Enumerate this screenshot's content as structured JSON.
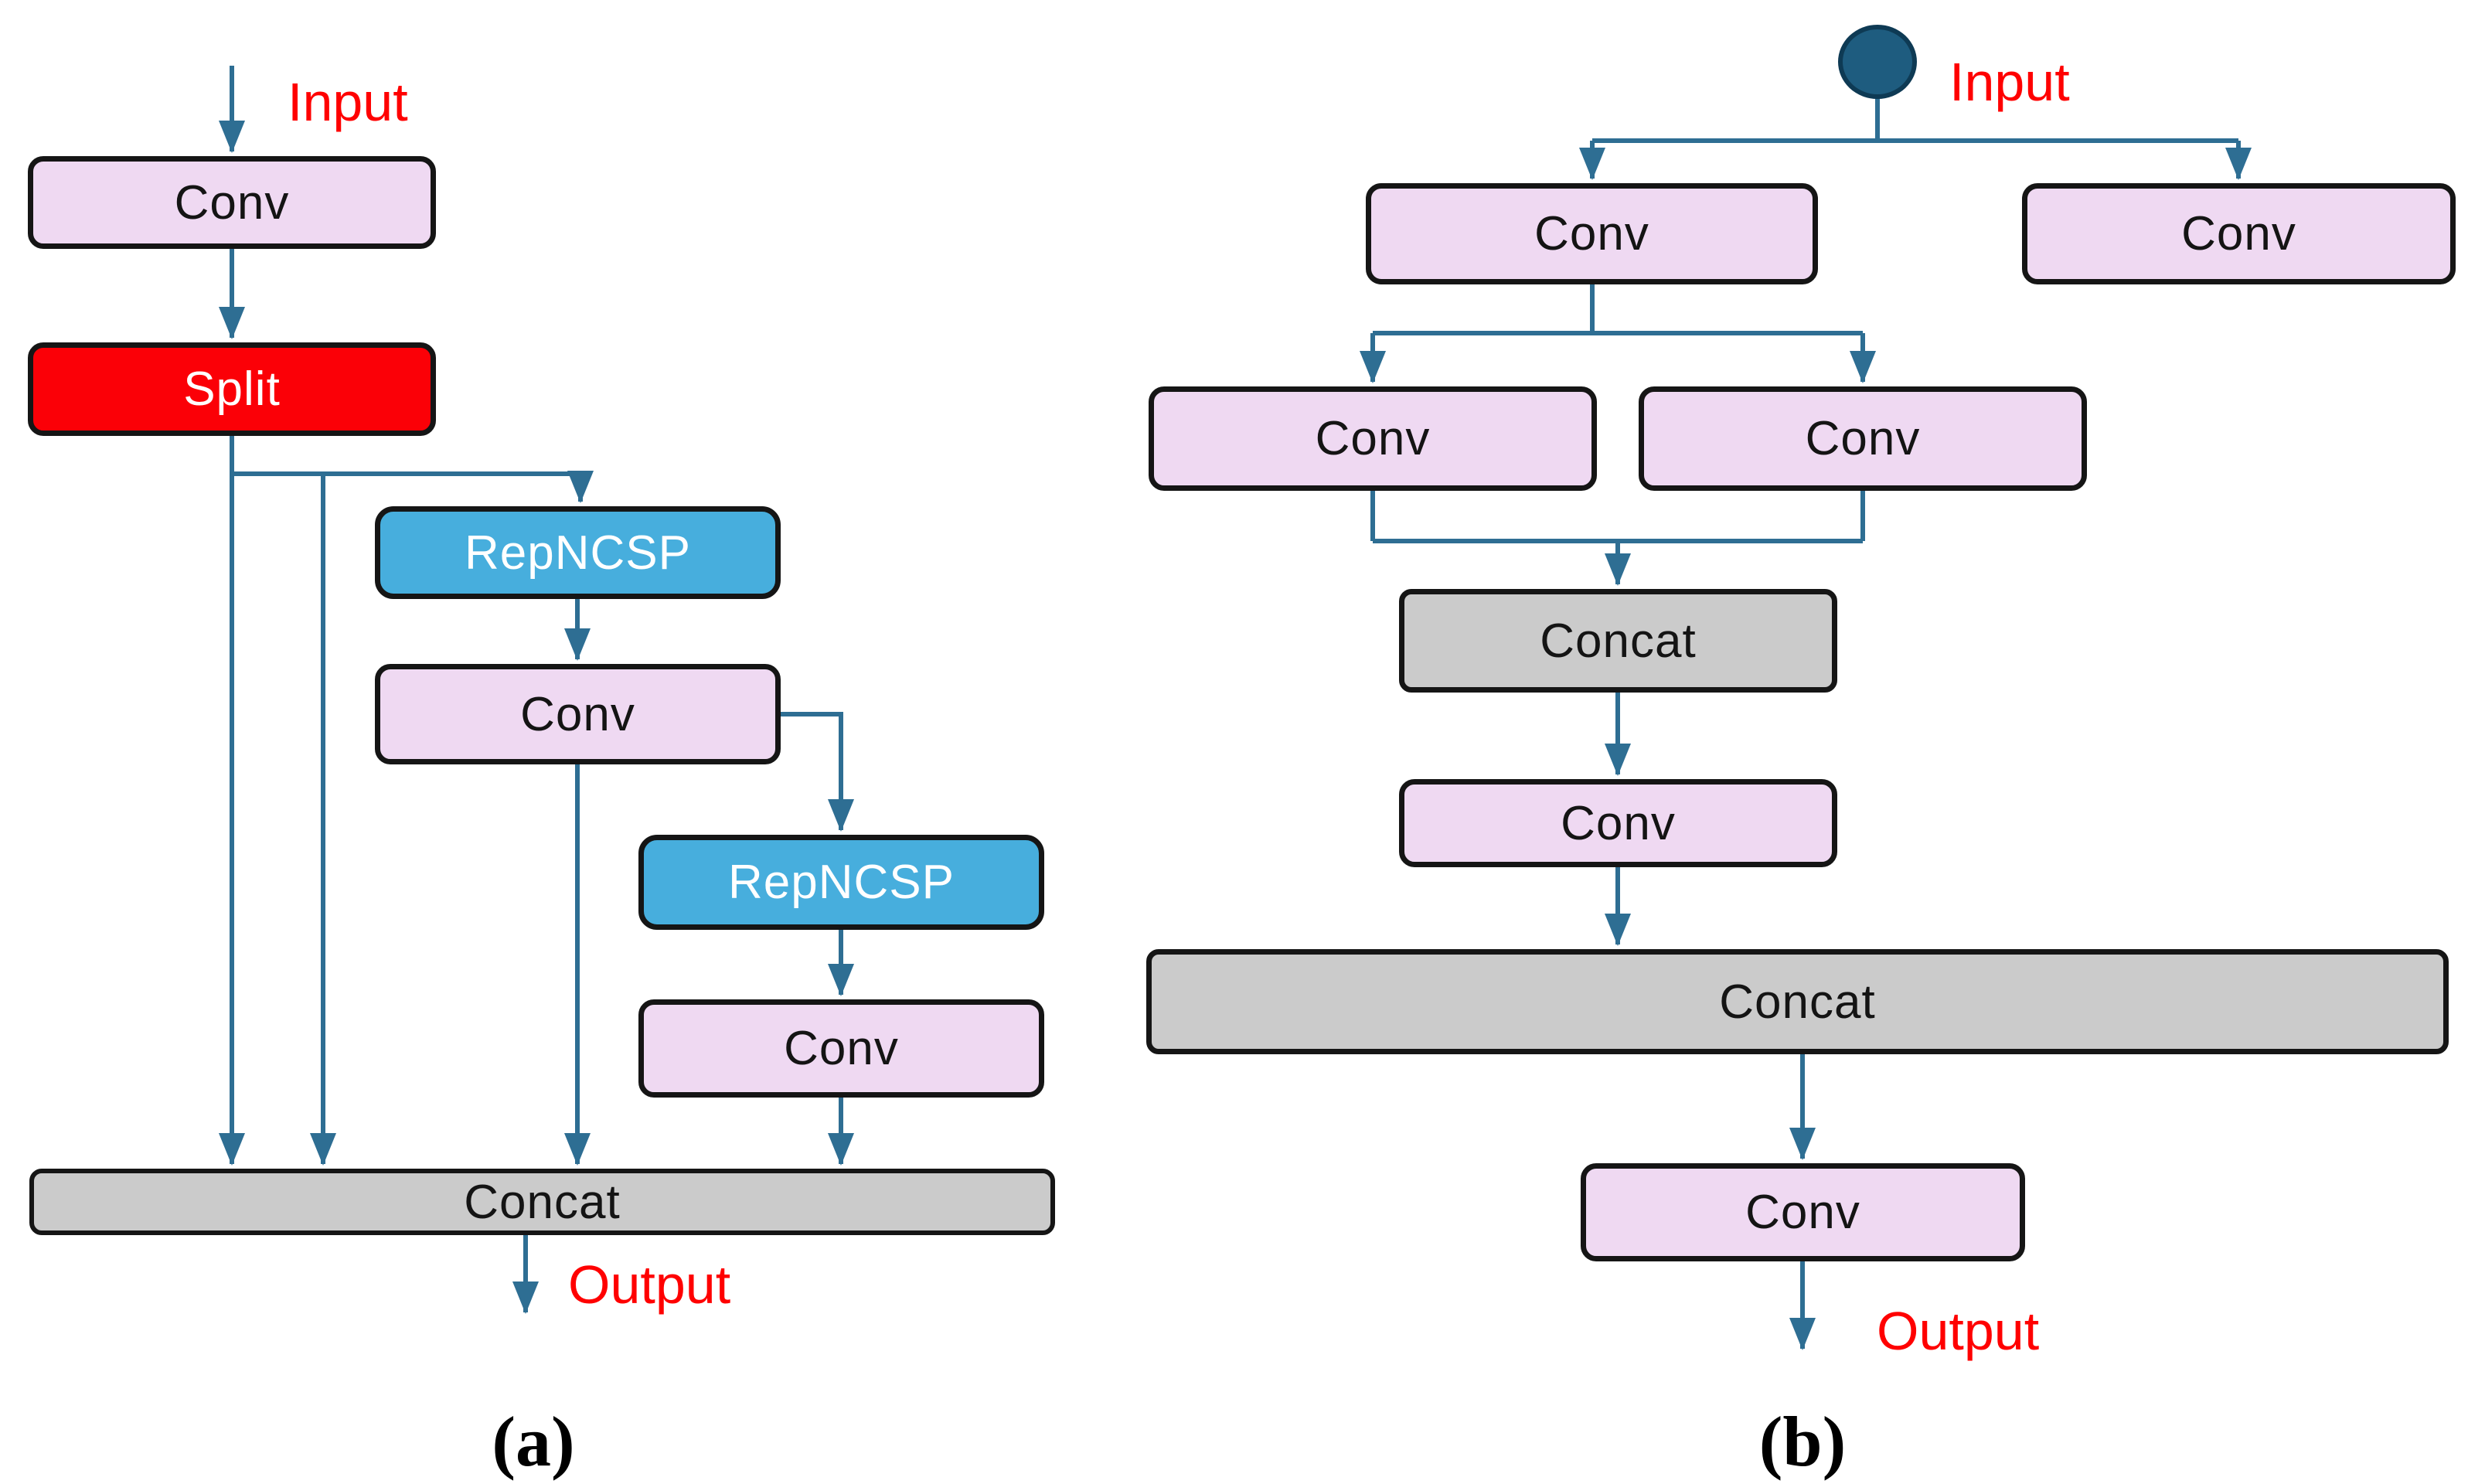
{
  "figure": {
    "type": "architecture-flowchart",
    "description": "Two-panel network block diagram"
  },
  "panel_a": {
    "caption": "(a)",
    "input_label": "Input",
    "output_label": "Output",
    "nodes": {
      "conv1": {
        "label": "Conv"
      },
      "split": {
        "label": "Split"
      },
      "repncsp1": {
        "label": "RepNCSP"
      },
      "conv2": {
        "label": "Conv"
      },
      "repncsp2": {
        "label": "RepNCSP"
      },
      "conv3": {
        "label": "Conv"
      },
      "concat": {
        "label": "Concat"
      }
    }
  },
  "panel_b": {
    "caption": "(b)",
    "input_label": "Input",
    "output_label": "Output",
    "nodes": {
      "conv_top_left": {
        "label": "Conv"
      },
      "conv_top_right": {
        "label": "Conv"
      },
      "conv_mid_left": {
        "label": "Conv"
      },
      "conv_mid_right": {
        "label": "Conv"
      },
      "concat1": {
        "label": "Concat"
      },
      "conv_center": {
        "label": "Conv"
      },
      "concat2": {
        "label": "Concat"
      },
      "conv_final": {
        "label": "Conv"
      }
    }
  },
  "colors": {
    "conv_fill": "#efd9f2",
    "split_fill": "#fb0007",
    "repncsp_fill": "#47aedd",
    "concat_fill": "#cbcbcb",
    "edge": "#2e6e93",
    "input_node_fill": "#1e5c7f",
    "input_node_border": "#0e3a54",
    "io_text": "#ff0000",
    "box_border": "#151515"
  }
}
